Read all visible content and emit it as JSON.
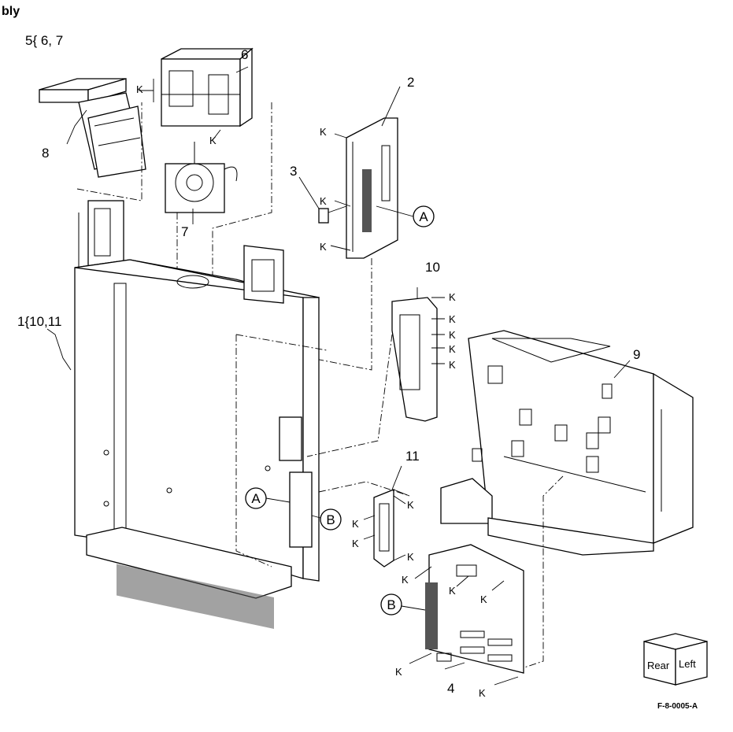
{
  "title": "bly",
  "figure_id": "F-8-0005-A",
  "callouts": {
    "c1": "1{10,11",
    "c2": "2",
    "c3": "3",
    "c4": "4",
    "c5": "5{ 6, 7",
    "c6": "6",
    "c7": "7",
    "c8": "8",
    "c9": "9",
    "c10": "10",
    "c11": "11"
  },
  "connectors": {
    "a1": "A",
    "a2": "A",
    "b1": "B",
    "b2": "B"
  },
  "k_label": "K",
  "view_cube": {
    "rear": "Rear",
    "left": "Left"
  }
}
